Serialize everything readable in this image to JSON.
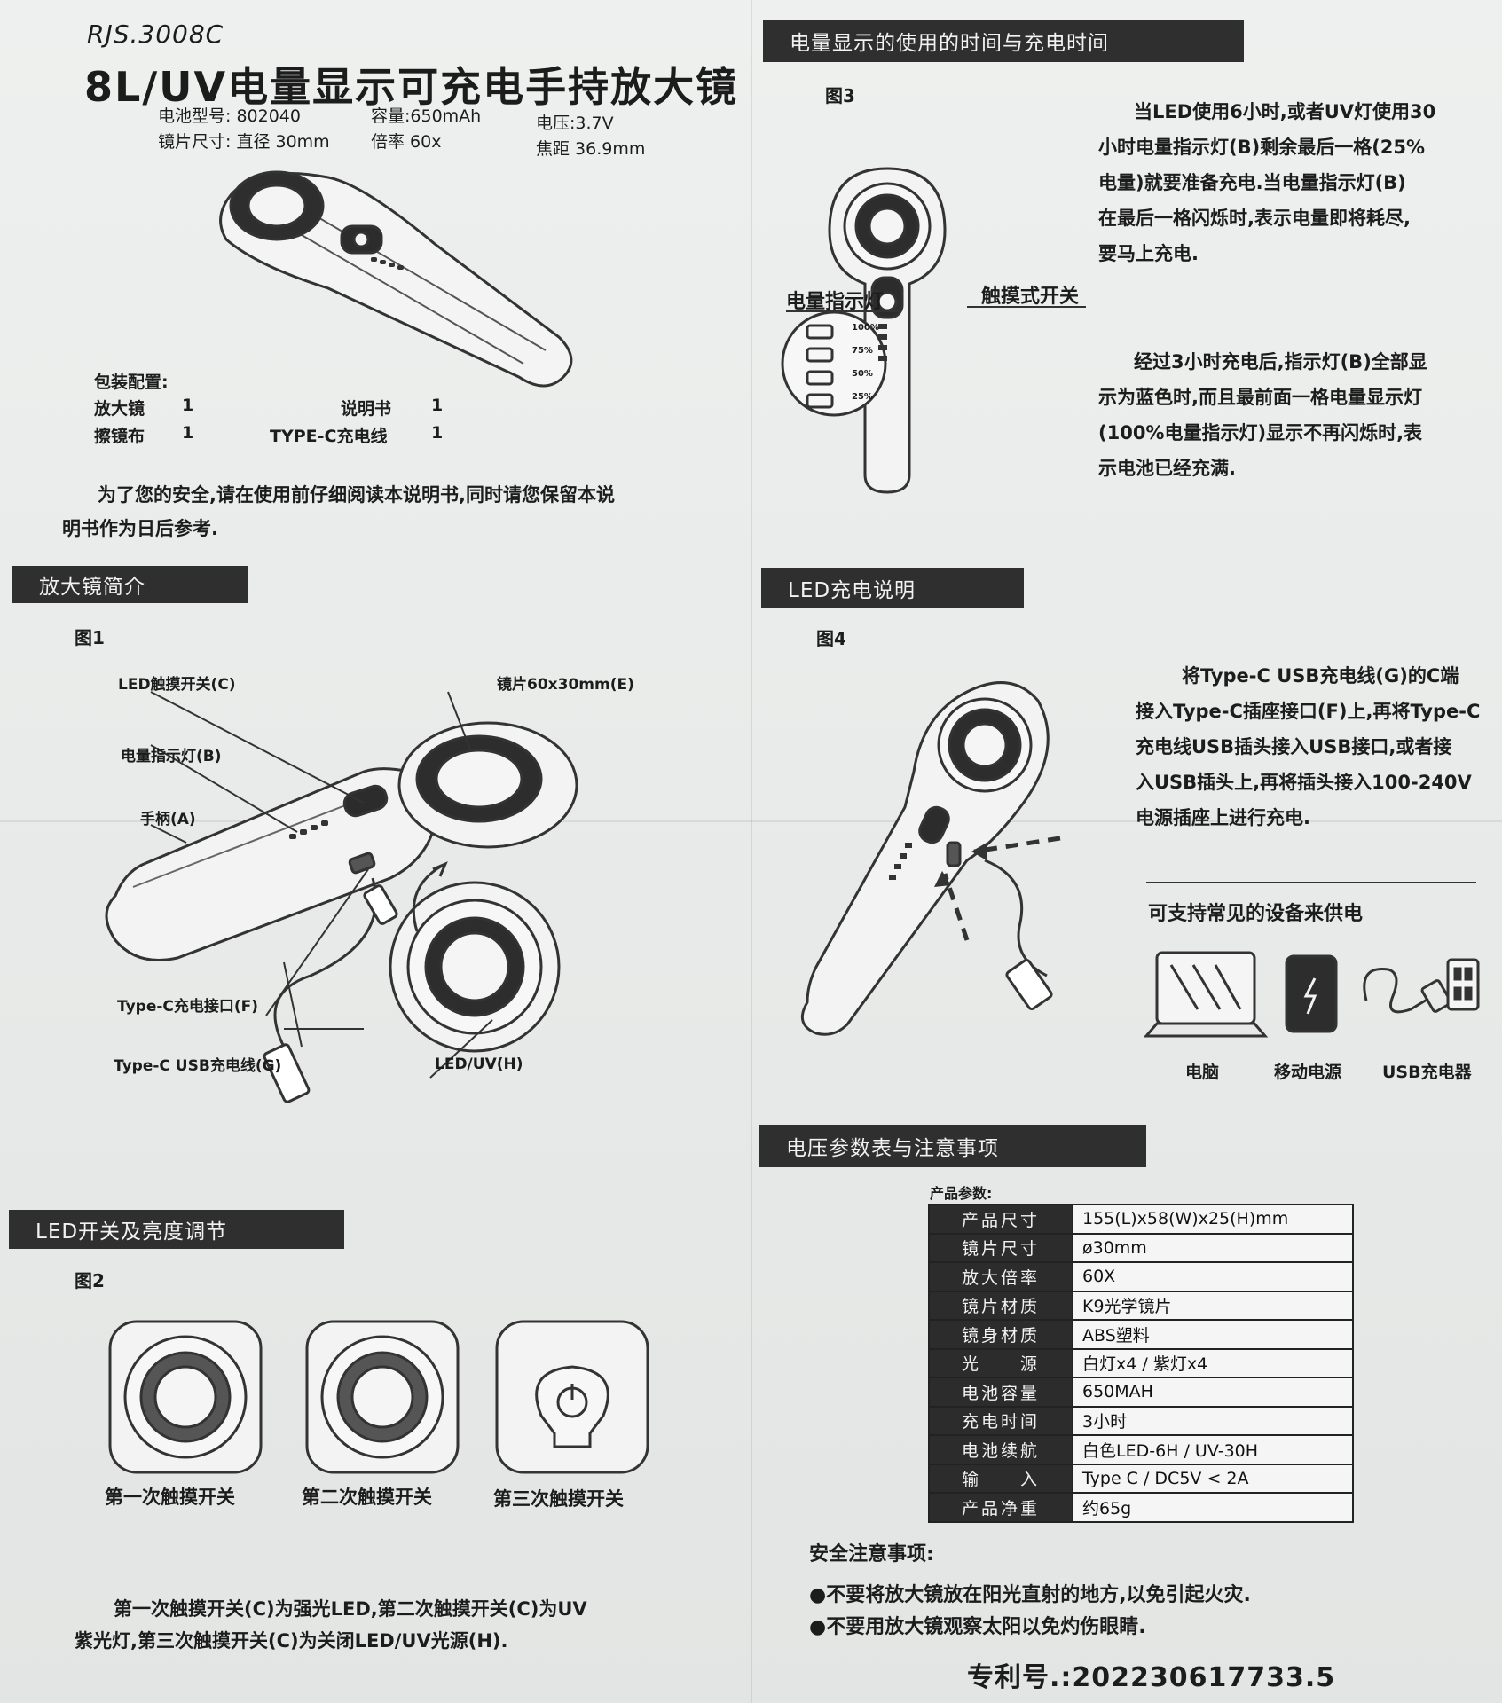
{
  "header": {
    "model": "RJS.3008C",
    "title": "8L/UV电量显示可充电手持放大镜",
    "specs": {
      "battery_model": "电池型号: 802040",
      "capacity": "容量:650mAh",
      "voltage": "电压:3.7V",
      "lens_size": "镜片尺寸: 直径 30mm",
      "magnification": "倍率 60x",
      "focal_length": "焦距 36.9mm"
    }
  },
  "package": {
    "title": "包装配置:",
    "items": [
      {
        "name": "放大镜",
        "qty": "1"
      },
      {
        "name": "擦镜布",
        "qty": "1"
      },
      {
        "name": "说明书",
        "qty": "1"
      },
      {
        "name": "TYPE-C充电线",
        "qty": "1"
      }
    ]
  },
  "safety_intro": {
    "line1": "为了您的安全,请在使用前仔细阅读本说明书,同时请您保留本说",
    "line2": "明书作为日后参考."
  },
  "sections": {
    "intro": "放大镜简介",
    "led_switch": "LED开关及亮度调节",
    "battery_time": "电量显示的使用的时间与充电时间",
    "charging": "LED充电说明",
    "params": "电压参数表与注意事项"
  },
  "fig1": {
    "label": "图1",
    "callouts": {
      "led_switch": "LED触摸开关(C)",
      "battery_indicator": "电量指示灯(B)",
      "handle": "手柄(A)",
      "lens": "镜片60x30mm(E)",
      "typec_port": "Type-C充电接口(F)",
      "typec_cable": "Type-C USB充电线(G)",
      "led_uv": "LED/UV(H)"
    }
  },
  "fig2": {
    "label": "图2",
    "captions": [
      "第一次触摸开关",
      "第二次触摸开关",
      "第三次触摸开关"
    ],
    "description_line1": "第一次触摸开关(C)为强光LED,第二次触摸开关(C)为UV",
    "description_line2": "紫光灯,第三次触摸开关(C)为关闭LED/UV光源(H)."
  },
  "fig3": {
    "label": "图3",
    "indicator_label": "电量指示灯",
    "switch_label": "触摸式开关",
    "levels": [
      "100%",
      "75%",
      "50%",
      "25%"
    ],
    "para1": [
      "当LED使用6小时,或者UV灯使用30",
      "小时电量指示灯(B)剩余最后一格(25%",
      "电量)就要准备充电.当电量指示灯(B)",
      "在最后一格闪烁时,表示电量即将耗尽,",
      "要马上充电."
    ],
    "para2": [
      "经过3小时充电后,指示灯(B)全部显",
      "示为蓝色时,而且最前面一格电量显示灯",
      "(100%电量指示灯)显示不再闪烁时,表",
      "示电池已经充满."
    ]
  },
  "fig4": {
    "label": "图4",
    "para": [
      "将Type-C USB充电线(G)的C端",
      "接入Type-C插座接口(F)上,再将Type-C",
      "充电线USB插头接入USB接口,或者接",
      "入USB插头上,再将插头接入100-240V",
      "电源插座上进行充电."
    ],
    "devices_title": "可支持常见的设备来供电",
    "devices": [
      "电脑",
      "移动电源",
      "USB充电器"
    ]
  },
  "params": {
    "title": "产品参数:",
    "rows": [
      {
        "k": "产品尺寸",
        "v": "155(L)x58(W)x25(H)mm"
      },
      {
        "k": "镜片尺寸",
        "v": "ø30mm"
      },
      {
        "k": "放大倍率",
        "v": "60X"
      },
      {
        "k": "镜片材质",
        "v": "K9光学镜片"
      },
      {
        "k": "镜身材质",
        "v": "ABS塑料"
      },
      {
        "k": "光　　源",
        "v": "白灯x4 / 紫灯x4"
      },
      {
        "k": "电池容量",
        "v": "650MAH"
      },
      {
        "k": "充电时间",
        "v": "3小时"
      },
      {
        "k": "电池续航",
        "v": "白色LED-6H / UV-30H"
      },
      {
        "k": "输　　入",
        "v": "Type C / DC5V < 2A"
      },
      {
        "k": "产品净重",
        "v": "约65g"
      }
    ]
  },
  "safety": {
    "title": "安全注意事项:",
    "items": [
      "●不要将放大镜放在阳光直射的地方,以免引起火灾.",
      "●不要用放大镜观察太阳以免灼伤眼睛."
    ]
  },
  "patent": "专利号.:202230617733.5",
  "colors": {
    "header_bg": "#2f2f2f",
    "paper": "#ebedec",
    "ink": "#1c1c1c",
    "background": "#cdd6d2"
  }
}
